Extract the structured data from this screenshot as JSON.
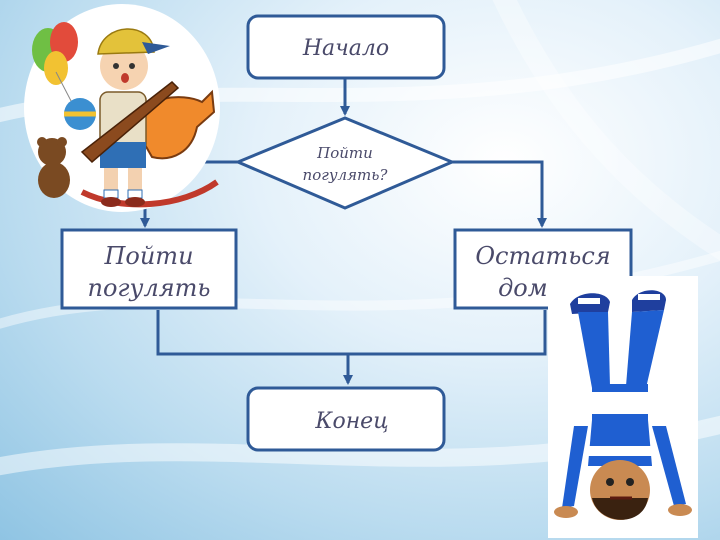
{
  "flowchart": {
    "start": {
      "label": "Начало"
    },
    "decision": {
      "line1": "Пойти",
      "line2": "погулять?"
    },
    "branch_left": {
      "line1": "Пойти",
      "line2": "погулять"
    },
    "branch_right": {
      "line1": "Остаться",
      "line2": "дома"
    },
    "end": {
      "label": "Конец"
    }
  },
  "colors": {
    "box_stroke": "#2f5a97",
    "arrow": "#2f5a97",
    "text": "#4a4a6a",
    "box_fill": "#ffffff"
  },
  "illustrations": {
    "left": "boy-with-toy-gun-and-rocking-horse",
    "right": "boy-doing-handstand"
  }
}
